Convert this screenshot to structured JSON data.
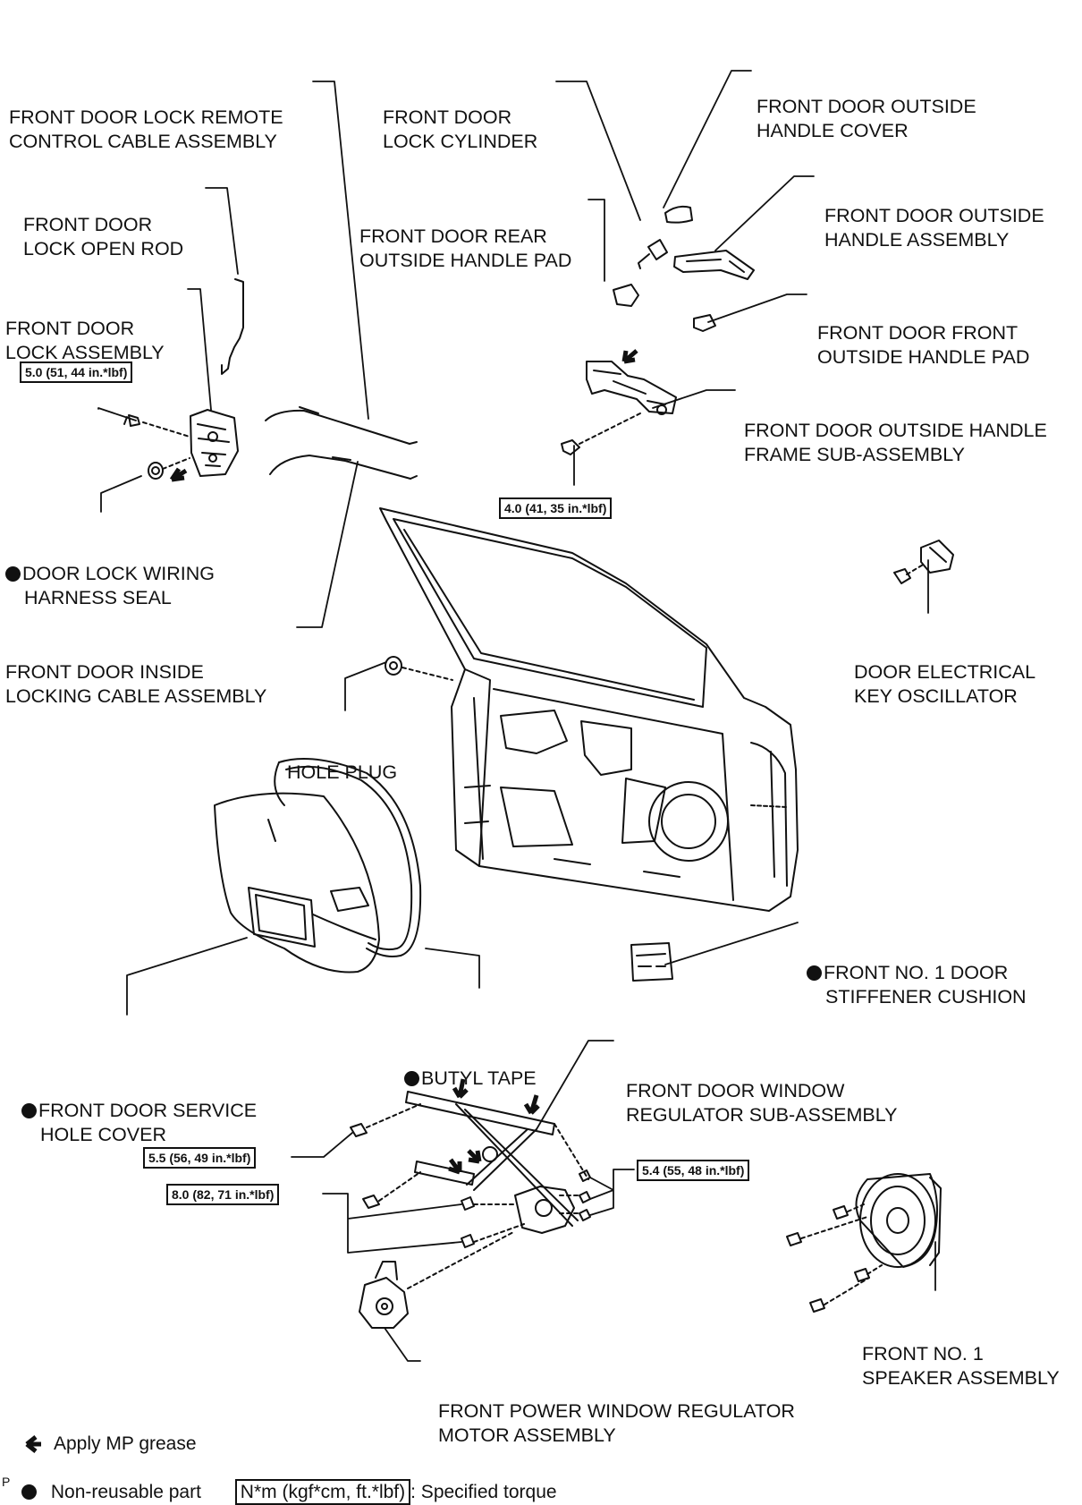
{
  "labels": {
    "remote_cable": [
      "FRONT DOOR LOCK REMOTE",
      "CONTROL CABLE ASSEMBLY"
    ],
    "lock_cylinder": [
      "FRONT DOOR",
      "LOCK CYLINDER"
    ],
    "handle_cover": [
      "FRONT DOOR OUTSIDE",
      "HANDLE COVER"
    ],
    "open_rod": [
      "FRONT DOOR",
      "LOCK OPEN ROD"
    ],
    "rear_pad": [
      "FRONT DOOR REAR",
      "OUTSIDE HANDLE PAD"
    ],
    "handle_assembly": [
      "FRONT DOOR OUTSIDE",
      "HANDLE ASSEMBLY"
    ],
    "lock_assembly": [
      "FRONT DOOR",
      "LOCK ASSEMBLY"
    ],
    "front_pad": [
      "FRONT DOOR FRONT",
      "OUTSIDE HANDLE PAD"
    ],
    "handle_frame": [
      "FRONT DOOR OUTSIDE HANDLE",
      "FRAME SUB-ASSEMBLY"
    ],
    "harness_seal": [
      "DOOR LOCK WIRING",
      "HARNESS SEAL"
    ],
    "inside_cable": [
      "FRONT DOOR INSIDE",
      "LOCKING CABLE ASSEMBLY"
    ],
    "key_oscillator": [
      "DOOR ELECTRICAL",
      "KEY OSCILLATOR"
    ],
    "hole_plug": [
      "HOLE PLUG"
    ],
    "stiffener": [
      "FRONT NO. 1 DOOR",
      "STIFFENER CUSHION"
    ],
    "butyl_tape": [
      "BUTYL TAPE"
    ],
    "service_cover": [
      "FRONT DOOR SERVICE",
      "HOLE COVER"
    ],
    "regulator": [
      "FRONT DOOR WINDOW",
      "REGULATOR SUB-ASSEMBLY"
    ],
    "speaker": [
      "FRONT NO. 1",
      "SPEAKER ASSEMBLY"
    ],
    "motor": [
      "FRONT POWER WINDOW REGULATOR",
      "MOTOR ASSEMBLY"
    ]
  },
  "torques": {
    "t_lock": "5.0 (51, 44 in.*lbf)",
    "t_frame": "4.0 (41, 35 in.*lbf)",
    "t_reg_upper": "5.5 (56, 49 in.*lbf)",
    "t_reg_right": "5.4 (55, 48 in.*lbf)",
    "t_reg_lower": "8.0 (82, 71 in.*lbf)"
  },
  "legend": {
    "grease": "Apply MP grease",
    "nonreusable": "Non-reusable part",
    "torque_unit": "N*m (kgf*cm, ft.*lbf)",
    "torque_text": ": Specified torque"
  },
  "corner_mark": "P"
}
